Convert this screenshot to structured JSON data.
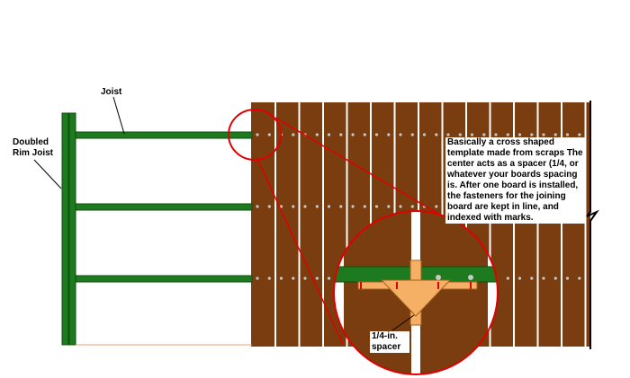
{
  "labels": {
    "joist": "Joist",
    "rim_joist_line1": "Doubled",
    "rim_joist_line2": "Rim Joist",
    "note": "Basically a cross shaped template made from scraps The center acts as a spacer (1/4, or whatever your boards spacing is. After one board is installed, the fasteners for the joining board are kept in line, and  indexed with marks.",
    "spacer_line1": "1/4-in.",
    "spacer_line2": "spacer"
  },
  "colors": {
    "decking": "#7a3d0f",
    "board_gap": "#ffffff",
    "joist": "#1e7a1e",
    "callout": "#e00000",
    "template": "#f5b065",
    "fastener": "#c8c8c8"
  }
}
